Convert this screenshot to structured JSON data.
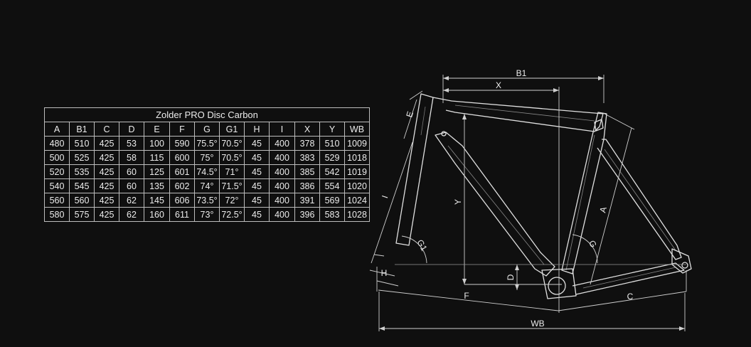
{
  "table": {
    "title": "Zolder PRO Disc Carbon",
    "headers": [
      "A",
      "B1",
      "C",
      "D",
      "E",
      "F",
      "G",
      "G1",
      "H",
      "I",
      "X",
      "Y",
      "WB"
    ],
    "rows": [
      [
        "480",
        "510",
        "425",
        "53",
        "100",
        "590",
        "75.5°",
        "70.5°",
        "45",
        "400",
        "378",
        "510",
        "1009"
      ],
      [
        "500",
        "525",
        "425",
        "58",
        "115",
        "600",
        "75°",
        "70.5°",
        "45",
        "400",
        "383",
        "529",
        "1018"
      ],
      [
        "520",
        "535",
        "425",
        "60",
        "125",
        "601",
        "74.5°",
        "71°",
        "45",
        "400",
        "385",
        "542",
        "1019"
      ],
      [
        "540",
        "545",
        "425",
        "60",
        "135",
        "602",
        "74°",
        "71.5°",
        "45",
        "400",
        "386",
        "554",
        "1020"
      ],
      [
        "560",
        "560",
        "425",
        "62",
        "145",
        "606",
        "73.5°",
        "72°",
        "45",
        "400",
        "391",
        "569",
        "1024"
      ],
      [
        "580",
        "575",
        "425",
        "62",
        "160",
        "611",
        "73°",
        "72.5°",
        "45",
        "400",
        "396",
        "583",
        "1028"
      ]
    ]
  },
  "diagram": {
    "labels": {
      "b1": "B1",
      "x": "X",
      "e": "E",
      "y": "Y",
      "i": "I",
      "a": "A",
      "g1": "G1",
      "g": "G",
      "h": "H",
      "d": "D",
      "f": "F",
      "c": "C",
      "wb": "WB"
    }
  }
}
